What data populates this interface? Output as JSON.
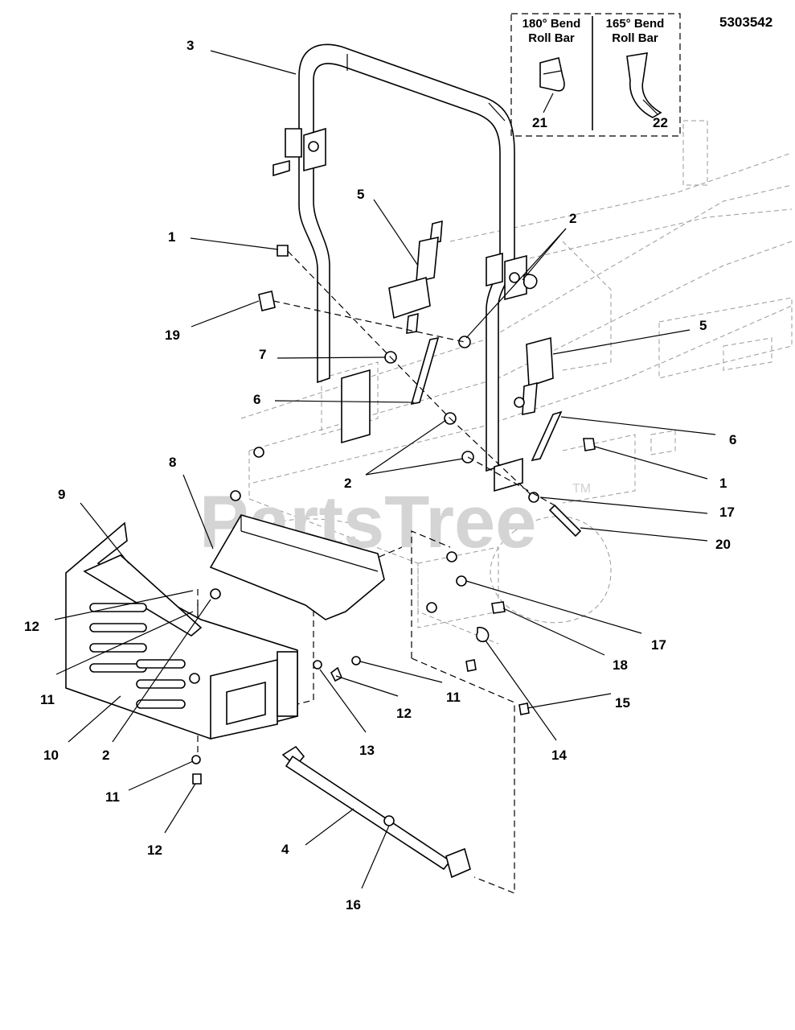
{
  "diagram": {
    "code": "5303542",
    "watermark": "PartsTree",
    "watermark_tm": "TM",
    "inset": {
      "left_title_1": "180° Bend",
      "left_title_2": "Roll Bar",
      "right_title_1": "165° Bend",
      "right_title_2": "Roll Bar",
      "left_part": "21",
      "right_part": "22"
    },
    "callouts": {
      "c3": "3",
      "c5a": "5",
      "c2a": "2",
      "c1a": "1",
      "c19": "19",
      "c5b": "5",
      "c7": "7",
      "c6a": "6",
      "c6b": "6",
      "c1b": "1",
      "c2b": "2",
      "c8": "8",
      "c9": "9",
      "c17a": "17",
      "c20": "20",
      "c12a": "12",
      "c11a": "11",
      "c17b": "17",
      "c18": "18",
      "c12b": "12",
      "c11b": "11",
      "c15": "15",
      "c10": "10",
      "c2c": "2",
      "c13": "13",
      "c14": "14",
      "c11c": "11",
      "c12c": "12",
      "c4": "4",
      "c16": "16"
    }
  }
}
